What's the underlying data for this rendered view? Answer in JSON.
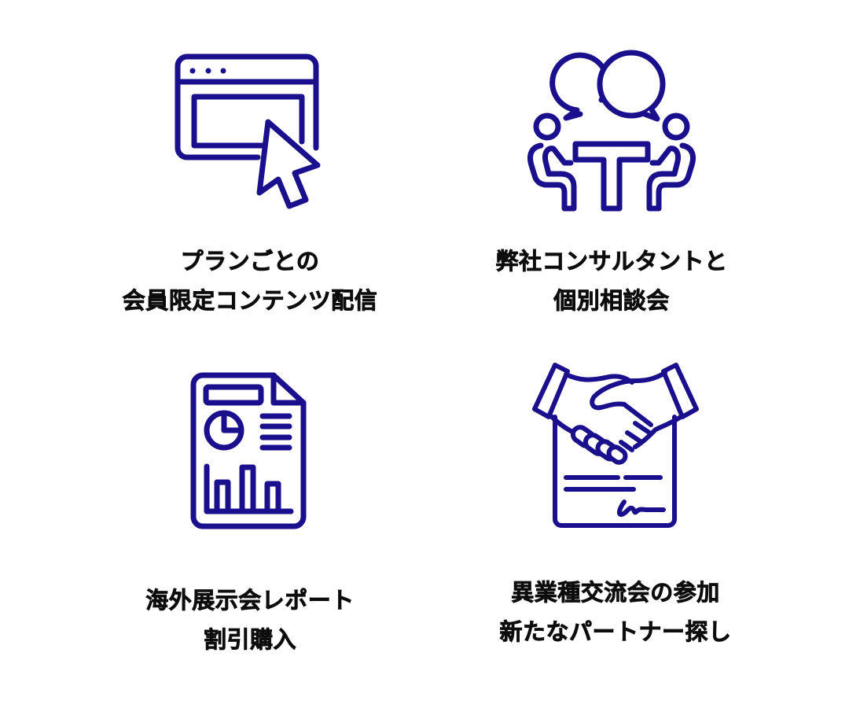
{
  "theme": {
    "icon_color": "#1a0f8c",
    "text_color": "#0d0d0d",
    "background": "#ffffff"
  },
  "features": [
    {
      "icon": "browser-cursor-icon",
      "lines": [
        "プランごとの",
        "会員限定コンテンツ配信"
      ]
    },
    {
      "icon": "consultation-meeting-icon",
      "lines": [
        "弊社コンサルタントと",
        "個別相談会"
      ]
    },
    {
      "icon": "report-document-icon",
      "lines": [
        "海外展示会レポート",
        "割引購入"
      ]
    },
    {
      "icon": "handshake-contract-icon",
      "lines": [
        "異業種交流会の参加",
        "新たなパートナー探し"
      ]
    }
  ]
}
